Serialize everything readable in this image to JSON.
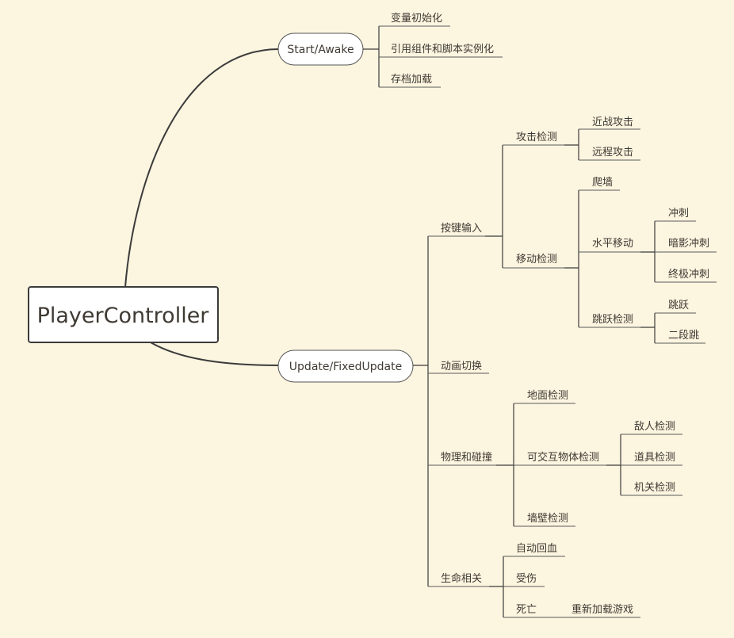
{
  "root": "PlayerController",
  "start": {
    "label": "Start/Awake",
    "items": [
      "变量初始化",
      "引用组件和脚本实例化",
      "存档加载"
    ]
  },
  "update": {
    "label": "Update/FixedUpdate",
    "input": {
      "label": "按键输入",
      "attack": {
        "label": "攻击检测",
        "items": [
          "近战攻击",
          "远程攻击"
        ]
      },
      "move": {
        "label": "移动检测",
        "climb": "爬墙",
        "horizontal": {
          "label": "水平移动",
          "items": [
            "冲刺",
            "暗影冲刺",
            "终极冲刺"
          ]
        },
        "jump": {
          "label": "跳跃检测",
          "items": [
            "跳跃",
            "二段跳"
          ]
        }
      }
    },
    "anim": "动画切换",
    "physics": {
      "label": "物理和碰撞",
      "ground": "地面检测",
      "interact": {
        "label": "可交互物体检测",
        "items": [
          "敌人检测",
          "道具检测",
          "机关检测"
        ]
      },
      "wall": "墙壁检测"
    },
    "life": {
      "label": "生命相关",
      "regen": "自动回血",
      "hurt": "受伤",
      "death": {
        "label": "死亡",
        "reload": "重新加载游戏"
      }
    }
  }
}
